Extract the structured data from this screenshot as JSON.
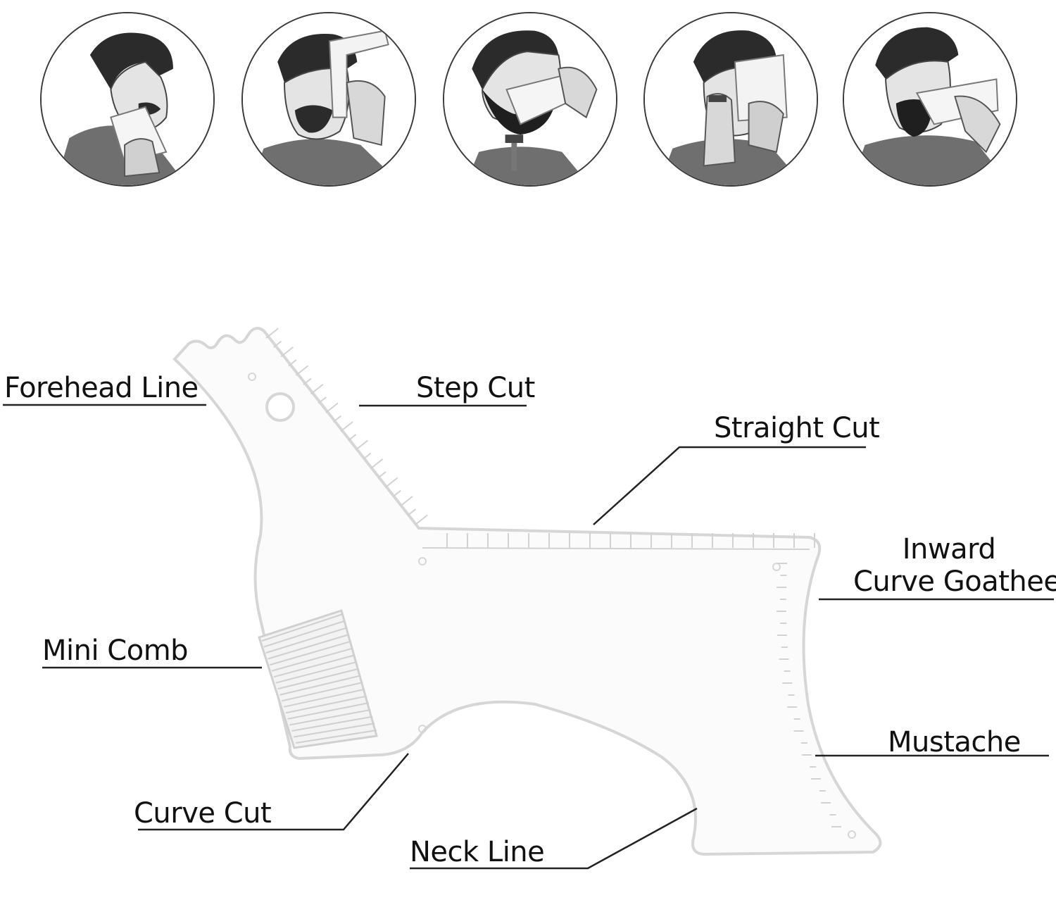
{
  "steps": [
    {
      "icon": "man-profile-trimming-illustration-icon"
    },
    {
      "icon": "man-applying-comb-to-sideburn-illustration-icon"
    },
    {
      "icon": "man-shaving-neckline-with-template-illustration-icon"
    },
    {
      "icon": "man-trimming-cheek-line-illustration-icon"
    },
    {
      "icon": "man-with-goatee-template-illustration-icon"
    }
  ],
  "labels": {
    "forehead_line": "Forehead Line",
    "step_cut": "Step Cut",
    "straight_cut": "Straight Cut",
    "inward_curve_line1": "Inward",
    "inward_curve_line2": "Curve Goathee",
    "mini_comb": "Mini Comb",
    "mustache": "Mustache",
    "curve_cut": "Curve Cut",
    "neck_line": "Neck Line"
  },
  "colors": {
    "text": "#111111",
    "leader": "#222222",
    "template_outline": "#d6d6d6",
    "template_fill": "#fbfbfb",
    "illustration_dark": "#2b2b2b",
    "illustration_mid": "#7a7a7a",
    "illustration_light": "#c8c8c8"
  }
}
